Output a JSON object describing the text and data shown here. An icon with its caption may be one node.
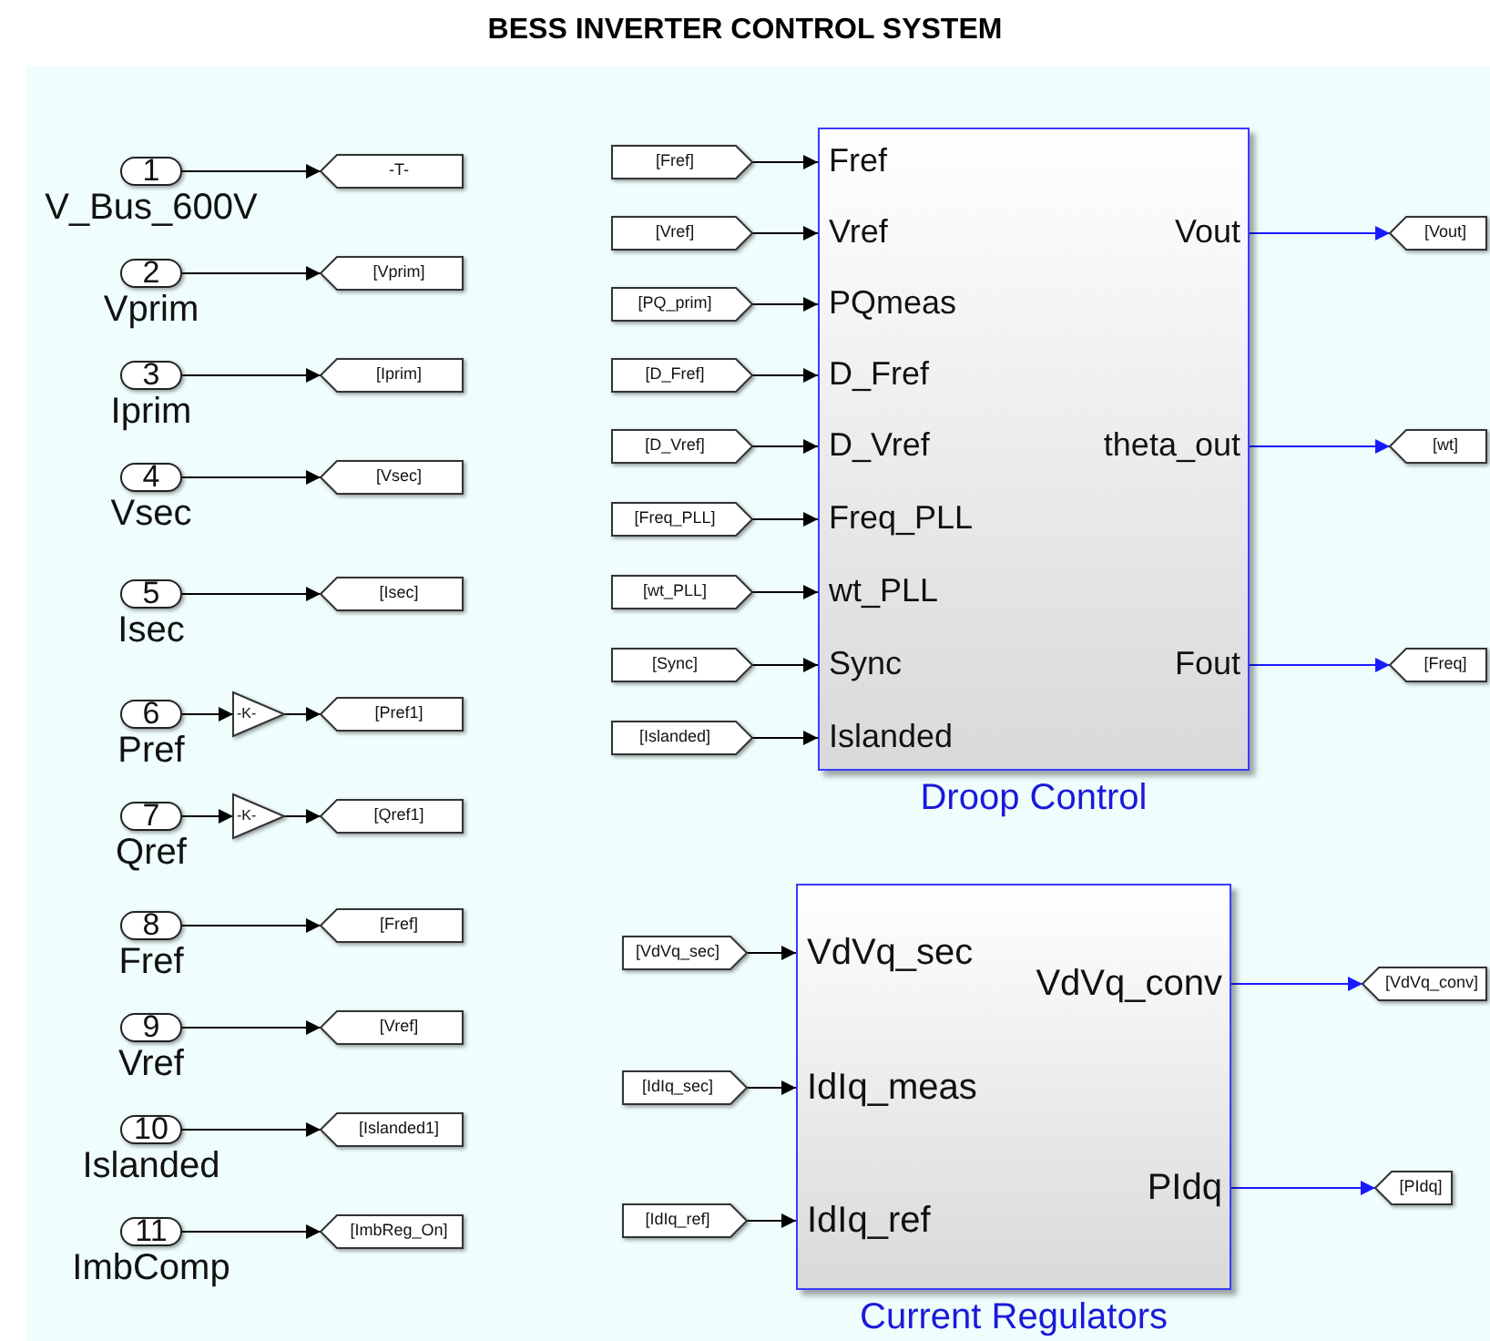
{
  "diagram": {
    "title": "BESS INVERTER CONTROL SYSTEM",
    "nodes": [
      {
        "text": [
          "1"
        ],
        "beside": [
          "V_Bus_600V"
        ]
      },
      {
        "text": [
          "-T-"
        ]
      },
      {
        "text": [
          "2"
        ],
        "beside": [
          "Vprim"
        ]
      },
      {
        "text": [
          "[Vprim]"
        ]
      },
      {
        "text": [
          "3"
        ],
        "beside": [
          "Iprim"
        ]
      },
      {
        "text": [
          "[Iprim]"
        ]
      },
      {
        "text": [
          "4"
        ],
        "beside": [
          "Vsec"
        ]
      },
      {
        "text": [
          "[Vsec]"
        ]
      },
      {
        "text": [
          "5"
        ],
        "beside": [
          "Isec"
        ]
      },
      {
        "text": [
          "[Isec]"
        ]
      },
      {
        "text": [
          "6"
        ],
        "beside": [
          "Pref"
        ]
      },
      {
        "text": [
          "-K-"
        ]
      },
      {
        "text": [
          "[Pref1]"
        ]
      },
      {
        "text": [
          "7"
        ],
        "beside": [
          "Qref"
        ]
      },
      {
        "text": [
          "-K-"
        ]
      },
      {
        "text": [
          "[Qref1]"
        ]
      },
      {
        "text": [
          "8"
        ],
        "beside": [
          "Fref"
        ]
      },
      {
        "text": [
          "[Fref]"
        ]
      },
      {
        "text": [
          "9"
        ],
        "beside": [
          "Vref"
        ]
      },
      {
        "text": [
          "[Vref]"
        ]
      },
      {
        "text": [
          "10"
        ],
        "beside": [
          "Islanded"
        ]
      },
      {
        "text": [
          "[Islanded1]"
        ]
      },
      {
        "text": [
          "11"
        ],
        "beside": [
          "ImbComp"
        ]
      },
      {
        "text": [
          "[ImbReg_On]"
        ]
      },
      {
        "text": [
          "[Fref]"
        ]
      },
      {
        "text": [
          "[Vref]"
        ]
      },
      {
        "text": [
          "[PQ_prim]"
        ]
      },
      {
        "text": [
          "[D_Fref]"
        ]
      },
      {
        "text": [
          "[D_Vref]"
        ]
      },
      {
        "text": [
          "[Freq_PLL]"
        ]
      },
      {
        "text": [
          "[wt_PLL]"
        ]
      },
      {
        "text": [
          "[Sync]"
        ]
      },
      {
        "text": [
          "[Islanded]"
        ]
      },
      {
        "text": [
          "Fref",
          "Vref",
          "Vout",
          "PQmeas",
          "D_Fref",
          "D_Vref",
          "theta_out",
          "Freq_PLL",
          "wt_PLL",
          "Sync",
          "Fout",
          "Islanded"
        ],
        "beside": [
          "Droop Control"
        ]
      },
      {
        "text": [
          "[Vout]"
        ]
      },
      {
        "text": [
          "[wt]"
        ]
      },
      {
        "text": [
          "[Freq]"
        ]
      },
      {
        "text": [
          "[VdVq_sec]"
        ]
      },
      {
        "text": [
          "[IdIq_sec]"
        ]
      },
      {
        "text": [
          "[IdIq_ref]"
        ]
      },
      {
        "text": [
          "VdVq_sec",
          "VdVq_conv",
          "IdIq_meas",
          "PIdq",
          "IdIq_ref"
        ],
        "beside": [
          "Current Regulators"
        ]
      },
      {
        "text": [
          "[VdVq_conv]"
        ]
      },
      {
        "text": [
          "[PIdq]"
        ]
      }
    ],
    "edges": [
      {
        "from": 0,
        "to": 1,
        "arrow": "to"
      },
      {
        "from": 2,
        "to": 3,
        "arrow": "to"
      },
      {
        "from": 4,
        "to": 5,
        "arrow": "to"
      },
      {
        "from": 6,
        "to": 7,
        "arrow": "to"
      },
      {
        "from": 8,
        "to": 9,
        "arrow": "to"
      },
      {
        "from": 10,
        "to": 11,
        "arrow": "to"
      },
      {
        "from": 11,
        "to": 12,
        "arrow": "to"
      },
      {
        "from": 13,
        "to": 14,
        "arrow": "to"
      },
      {
        "from": 14,
        "to": 15,
        "arrow": "to"
      },
      {
        "from": 16,
        "to": 17,
        "arrow": "to"
      },
      {
        "from": 18,
        "to": 19,
        "arrow": "to"
      },
      {
        "from": 20,
        "to": 21,
        "arrow": "to"
      },
      {
        "from": 22,
        "to": 23,
        "arrow": "to"
      },
      {
        "from": 24,
        "to": 33,
        "arrow": "to"
      },
      {
        "from": 25,
        "to": 33,
        "arrow": "to"
      },
      {
        "from": 26,
        "to": 33,
        "arrow": "to"
      },
      {
        "from": 27,
        "to": 33,
        "arrow": "to"
      },
      {
        "from": 28,
        "to": 33,
        "arrow": "to"
      },
      {
        "from": 29,
        "to": 33,
        "arrow": "to"
      },
      {
        "from": 30,
        "to": 33,
        "arrow": "to"
      },
      {
        "from": 31,
        "to": 33,
        "arrow": "to"
      },
      {
        "from": 32,
        "to": 33,
        "arrow": "to"
      },
      {
        "from": 33,
        "to": 34,
        "arrow": "to",
        "color": "#1a1aff"
      },
      {
        "from": 33,
        "to": 35,
        "arrow": "to",
        "color": "#1a1aff"
      },
      {
        "from": 33,
        "to": 36,
        "arrow": "to",
        "color": "#1a1aff"
      },
      {
        "from": 37,
        "to": 40,
        "arrow": "to"
      },
      {
        "from": 38,
        "to": 40,
        "arrow": "to"
      },
      {
        "from": 39,
        "to": 40,
        "arrow": "to"
      },
      {
        "from": 40,
        "to": 41,
        "arrow": "to",
        "color": "#1a1aff"
      },
      {
        "from": 40,
        "to": 42,
        "arrow": "to",
        "color": "#1a1aff"
      }
    ]
  }
}
